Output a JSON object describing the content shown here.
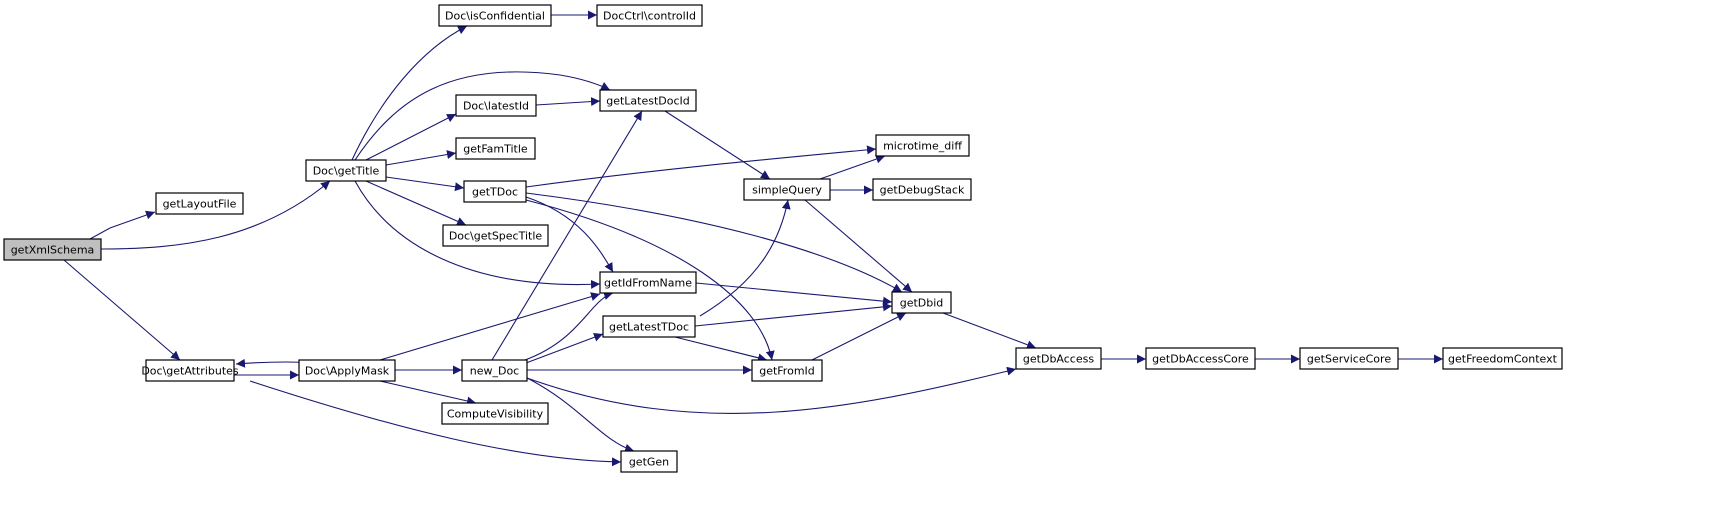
{
  "colors": {
    "edge": "#191970",
    "node_fill": "#ffffff",
    "root_fill": "#bfbfbf",
    "border": "#000000"
  },
  "diagram": {
    "nodes": [
      {
        "id": "getXmlSchema",
        "label": "getXmlSchema",
        "root": true
      },
      {
        "id": "getLayoutFile",
        "label": "getLayoutFile"
      },
      {
        "id": "getTitle",
        "label": "Doc\\getTitle"
      },
      {
        "id": "getAttributes",
        "label": "Doc\\getAttributes"
      },
      {
        "id": "isConfidential",
        "label": "Doc\\isConfidential"
      },
      {
        "id": "controlId",
        "label": "DocCtrl\\controlId"
      },
      {
        "id": "latestId",
        "label": "Doc\\latestId"
      },
      {
        "id": "getFamTitle",
        "label": "getFamTitle"
      },
      {
        "id": "getTDoc",
        "label": "getTDoc"
      },
      {
        "id": "getSpecTitle",
        "label": "Doc\\getSpecTitle"
      },
      {
        "id": "ApplyMask",
        "label": "Doc\\ApplyMask"
      },
      {
        "id": "new_Doc",
        "label": "new_Doc"
      },
      {
        "id": "ComputeVisibility",
        "label": "ComputeVisibility"
      },
      {
        "id": "getLatestDocId",
        "label": "getLatestDocId"
      },
      {
        "id": "getIdFromName",
        "label": "getIdFromName"
      },
      {
        "id": "getLatestTDoc",
        "label": "getLatestTDoc"
      },
      {
        "id": "getGen",
        "label": "getGen"
      },
      {
        "id": "simpleQuery",
        "label": "simpleQuery"
      },
      {
        "id": "getFromId",
        "label": "getFromId"
      },
      {
        "id": "microtime_diff",
        "label": "microtime_diff"
      },
      {
        "id": "getDebugStack",
        "label": "getDebugStack"
      },
      {
        "id": "getDbid",
        "label": "getDbid"
      },
      {
        "id": "getDbAccess",
        "label": "getDbAccess"
      },
      {
        "id": "getDbAccessCore",
        "label": "getDbAccessCore"
      },
      {
        "id": "getServiceCore",
        "label": "getServiceCore"
      },
      {
        "id": "getFreedomContext",
        "label": "getFreedomContext"
      }
    ],
    "edges": [
      {
        "from": "getXmlSchema",
        "to": "getLayoutFile"
      },
      {
        "from": "getXmlSchema",
        "to": "getTitle"
      },
      {
        "from": "getXmlSchema",
        "to": "getAttributes"
      },
      {
        "from": "getTitle",
        "to": "isConfidential"
      },
      {
        "from": "getTitle",
        "to": "getLatestDocId"
      },
      {
        "from": "getTitle",
        "to": "latestId"
      },
      {
        "from": "getTitle",
        "to": "getFamTitle"
      },
      {
        "from": "getTitle",
        "to": "getTDoc"
      },
      {
        "from": "getTitle",
        "to": "getSpecTitle"
      },
      {
        "from": "getTitle",
        "to": "getIdFromName"
      },
      {
        "from": "isConfidential",
        "to": "controlId"
      },
      {
        "from": "latestId",
        "to": "getLatestDocId"
      },
      {
        "from": "getLatestDocId",
        "to": "simpleQuery"
      },
      {
        "from": "getTDoc",
        "to": "microtime_diff"
      },
      {
        "from": "getTDoc",
        "to": "getIdFromName"
      },
      {
        "from": "getTDoc",
        "to": "getDbid"
      },
      {
        "from": "getTDoc",
        "to": "getFromId"
      },
      {
        "from": "simpleQuery",
        "to": "microtime_diff"
      },
      {
        "from": "simpleQuery",
        "to": "getDebugStack"
      },
      {
        "from": "simpleQuery",
        "to": "getDbid"
      },
      {
        "from": "getIdFromName",
        "to": "getDbid"
      },
      {
        "from": "getLatestTDoc",
        "to": "simpleQuery"
      },
      {
        "from": "getLatestTDoc",
        "to": "getDbid"
      },
      {
        "from": "getLatestTDoc",
        "to": "getFromId"
      },
      {
        "from": "getFromId",
        "to": "getDbid"
      },
      {
        "from": "getDbid",
        "to": "getDbAccess"
      },
      {
        "from": "getDbAccess",
        "to": "getDbAccessCore"
      },
      {
        "from": "getDbAccessCore",
        "to": "getServiceCore"
      },
      {
        "from": "getServiceCore",
        "to": "getFreedomContext"
      },
      {
        "from": "getAttributes",
        "to": "ApplyMask"
      },
      {
        "from": "getAttributes",
        "to": "getGen"
      },
      {
        "from": "ApplyMask",
        "to": "getAttributes"
      },
      {
        "from": "ApplyMask",
        "to": "getIdFromName"
      },
      {
        "from": "ApplyMask",
        "to": "new_Doc"
      },
      {
        "from": "ApplyMask",
        "to": "ComputeVisibility"
      },
      {
        "from": "new_Doc",
        "to": "getLatestDocId"
      },
      {
        "from": "new_Doc",
        "to": "getIdFromName"
      },
      {
        "from": "new_Doc",
        "to": "getLatestTDoc"
      },
      {
        "from": "new_Doc",
        "to": "getFromId"
      },
      {
        "from": "new_Doc",
        "to": "getDbAccess"
      },
      {
        "from": "new_Doc",
        "to": "getGen"
      }
    ]
  }
}
